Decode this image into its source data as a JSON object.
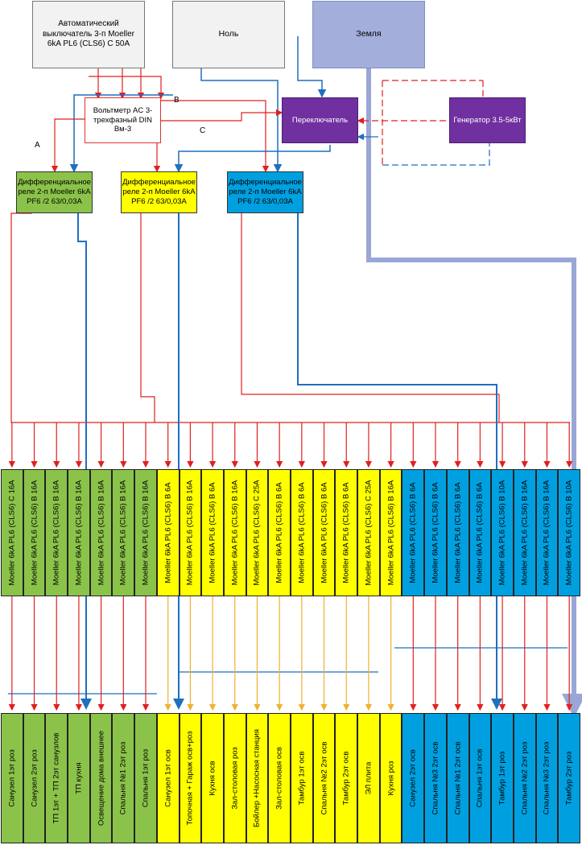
{
  "top": {
    "breaker": "Автоматический выключатель 3-п Moeller 6kA PL6 (CLS6) C 50A",
    "neutral": "Ноль",
    "earth": "Земля",
    "voltmeter": "Вольтметр AC 3-трехфазный DIN Вм-3",
    "switch": "Переключатель",
    "generator": "Генератор 3.5-5кВт"
  },
  "phases": {
    "a": "A",
    "b": "B",
    "c": "C"
  },
  "rcds": [
    "Дифференциальное реле 2-п Moeller 6kA PF6 /2 63/0,03A",
    "Дифференциальное реле 2-п Moeller 6kA PF6 /2 63/0,03A",
    "Дифференциальное реле 2-п Moeller 6kA PF6 /2 63/0,03A"
  ],
  "breakers": {
    "green": [
      "Moeller 6kA PL6 (CLS6) C 16A",
      "Moeller 6kA PL6 (CLS6) B 16A",
      "Moeller 6kA PL6 (CLS6) B 16A",
      "Moeller 6kA PL6 (CLS6) B 16A",
      "Moeller 6kA PL6 (CLS6) B 16A",
      "Moeller 6kA PL6 (CLS6) B 16A",
      "Moeller 6kA PL6 (CLS6) B 16A"
    ],
    "yellow": [
      "Moeller 6kA PL6 (CLS6) B 6A",
      "Moeller 6kA PL6 (CLS6) B 16A",
      "Moeller 6kA PL6 (CLS6) B 6A",
      "Moeller 6kA PL6 (CLS6) B 16A",
      "Moeller 6kA PL6 (CLS6) C 25A",
      "Moeller 6kA PL6 (CLS6) B 6A",
      "Moeller 6kA PL6 (CLS6) B 6A",
      "Moeller 6kA PL6 (CLS6) B 6A",
      "Moeller 6kA PL6 (CLS6) B 6A",
      "Moeller 6kA PL6 (CLS6) C 25A",
      "Moeller 6kA PL6 (CLS6) B 16A"
    ],
    "blue": [
      "Moeller 6kA PL6 (CLS6) B 6A",
      "Moeller 6kA PL6 (CLS6) B 6A",
      "Moeller 6kA PL6 (CLS6) B 6A",
      "Moeller 6kA PL6 (CLS6) B 6A",
      "Moeller 6kA PL6 (CLS6) B 10A",
      "Moeller 6kA PL6 (CLS6) B 16A",
      "Moeller 6kA PL6 (CLS6) B 16A",
      "Moeller 6kA PL6 (CLS6) B 10A"
    ]
  },
  "loads": {
    "green": [
      "Санузел 1эт роз",
      "Санузел 2эт роз",
      "ТП 1эт + ТП 2эт санузлов",
      "ТП кухня",
      "Освещение дома внешнее",
      "Спальня №1 2эт роз",
      "Спальня 1эт роз"
    ],
    "yellow": [
      "Санузел 1эт осв",
      "Топочная + Гараж осв+роз",
      "Кухня осв",
      "Зал-столовая роз",
      "Бойлер +Насосная станция",
      "Зал-столовая осв",
      "Тамбур 1эт осв",
      "Спальня №2 2эт осв",
      "Тамбур 2эт осв",
      "ЭЛ плита",
      "Кухня роз"
    ],
    "blue": [
      "Санузел 2эт осв",
      "Спальня №3 2эт осв",
      "Спальня №1 2эт осв",
      "Спальня 1эт осв",
      "Тамбур 1эт роз",
      "Спальня №2 2эт роз",
      "Спальня №3 2эт роз",
      "Тамбур 2эт роз"
    ]
  },
  "colors": {
    "phase_line": "#e02020",
    "neutral_line": "#1f6fbf",
    "earth_line": "#9aa6d6",
    "load_line": "#f0b030",
    "green": "#8bc34a",
    "yellow": "#ffff00",
    "blue": "#00a0e0",
    "purple": "#7030a0"
  }
}
